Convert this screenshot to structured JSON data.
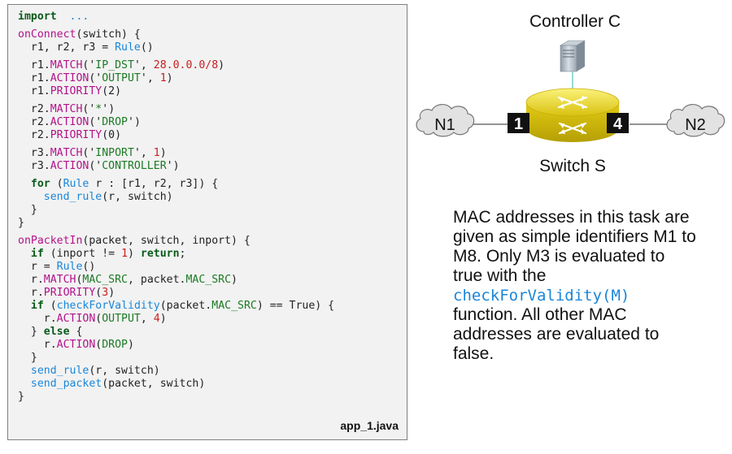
{
  "code": {
    "filename": "app_1.java",
    "lines": [
      [
        [
          "kw",
          "import"
        ],
        [
          "",
          "  "
        ],
        [
          "cm",
          "..."
        ]
      ],
      "gap",
      [
        [
          "fn",
          "onConnect"
        ],
        [
          "",
          "(switch) {"
        ]
      ],
      [
        [
          "",
          "  r1, r2, r3 = "
        ],
        [
          "ty",
          "Rule"
        ],
        [
          "",
          "()"
        ]
      ],
      "gap",
      [
        [
          "",
          "  r1."
        ],
        [
          "fn",
          "MATCH"
        ],
        [
          "",
          "('"
        ],
        [
          "st",
          "IP_DST"
        ],
        [
          "",
          "', "
        ],
        [
          "nu",
          "28.0.0.0/8"
        ],
        [
          "",
          ")"
        ]
      ],
      [
        [
          "",
          "  r1."
        ],
        [
          "fn",
          "ACTION"
        ],
        [
          "",
          "('"
        ],
        [
          "st",
          "OUTPUT"
        ],
        [
          "",
          "', "
        ],
        [
          "nu",
          "1"
        ],
        [
          "",
          ")"
        ]
      ],
      [
        [
          "",
          "  r1."
        ],
        [
          "fn",
          "PRIORITY"
        ],
        [
          "",
          "(2)"
        ]
      ],
      "gap",
      [
        [
          "",
          "  r2."
        ],
        [
          "fn",
          "MATCH"
        ],
        [
          "",
          "('"
        ],
        [
          "st",
          "*"
        ],
        [
          "",
          "')"
        ]
      ],
      [
        [
          "",
          "  r2."
        ],
        [
          "fn",
          "ACTION"
        ],
        [
          "",
          "('"
        ],
        [
          "st",
          "DROP"
        ],
        [
          "",
          "')"
        ]
      ],
      [
        [
          "",
          "  r2."
        ],
        [
          "fn",
          "PRIORITY"
        ],
        [
          "",
          "(0)"
        ]
      ],
      "gap",
      [
        [
          "",
          "  r3."
        ],
        [
          "fn",
          "MATCH"
        ],
        [
          "",
          "('"
        ],
        [
          "st",
          "INPORT"
        ],
        [
          "",
          "', "
        ],
        [
          "nu",
          "1"
        ],
        [
          "",
          ")"
        ]
      ],
      [
        [
          "",
          "  r3."
        ],
        [
          "fn",
          "ACTION"
        ],
        [
          "",
          "('"
        ],
        [
          "st",
          "CONTROLLER"
        ],
        [
          "",
          "')"
        ]
      ],
      "gap",
      [
        [
          "",
          "  "
        ],
        [
          "kw",
          "for"
        ],
        [
          "",
          " ("
        ],
        [
          "ty",
          "Rule"
        ],
        [
          "",
          " r : [r1, r2, r3]) {"
        ]
      ],
      [
        [
          "",
          "    "
        ],
        [
          "ty",
          "send_rule"
        ],
        [
          "",
          "(r, switch)"
        ]
      ],
      [
        [
          "",
          "  }"
        ]
      ],
      [
        [
          "",
          "}"
        ]
      ],
      "gap",
      [
        [
          "fn",
          "onPacketIn"
        ],
        [
          "",
          "(packet, switch, inport) {"
        ]
      ],
      [
        [
          "",
          "  "
        ],
        [
          "kw",
          "if"
        ],
        [
          "",
          " (inport != "
        ],
        [
          "nu",
          "1"
        ],
        [
          "",
          ") "
        ],
        [
          "kw",
          "return"
        ],
        [
          "",
          ";"
        ]
      ],
      [
        [
          "",
          "  r = "
        ],
        [
          "ty",
          "Rule"
        ],
        [
          "",
          "()"
        ]
      ],
      [
        [
          "",
          "  r."
        ],
        [
          "fn",
          "MATCH"
        ],
        [
          "",
          "("
        ],
        [
          "st",
          "MAC_SRC"
        ],
        [
          "",
          ", packet."
        ],
        [
          "st",
          "MAC_SRC"
        ],
        [
          "",
          ")"
        ]
      ],
      [
        [
          "",
          "  r."
        ],
        [
          "fn",
          "PRIORITY"
        ],
        [
          "",
          "("
        ],
        [
          "nu",
          "3"
        ],
        [
          "",
          ")"
        ]
      ],
      [
        [
          "",
          "  "
        ],
        [
          "kw",
          "if"
        ],
        [
          "",
          " ("
        ],
        [
          "ty",
          "checkForValidity"
        ],
        [
          "",
          "(packet."
        ],
        [
          "st",
          "MAC_SRC"
        ],
        [
          "",
          ") == True) {"
        ]
      ],
      [
        [
          "",
          "    r."
        ],
        [
          "fn",
          "ACTION"
        ],
        [
          "",
          "("
        ],
        [
          "st",
          "OUTPUT"
        ],
        [
          "",
          ", "
        ],
        [
          "nu",
          "4"
        ],
        [
          "",
          ")"
        ]
      ],
      [
        [
          "",
          "  } "
        ],
        [
          "kw",
          "else"
        ],
        [
          "",
          " {"
        ]
      ],
      [
        [
          "",
          "    r."
        ],
        [
          "fn",
          "ACTION"
        ],
        [
          "",
          "("
        ],
        [
          "st",
          "DROP"
        ],
        [
          "",
          ")"
        ]
      ],
      [
        [
          "",
          "  }"
        ]
      ],
      [
        [
          "",
          "  "
        ],
        [
          "ty",
          "send_rule"
        ],
        [
          "",
          "(r, switch)"
        ]
      ],
      [
        [
          "",
          "  "
        ],
        [
          "ty",
          "send_packet"
        ],
        [
          "",
          "(packet, switch)"
        ]
      ],
      [
        [
          "",
          "}"
        ]
      ]
    ]
  },
  "topology": {
    "controller_label": "Controller C",
    "switch_label": "Switch S",
    "port_left": "1",
    "port_right": "4",
    "network_left": "N1",
    "network_right": "N2"
  },
  "note": {
    "before": "MAC addresses in this task are given as simple identifiers M1 to M8. Only M3 is evaluated to true with the ",
    "function_name": "checkForValidity(M)",
    "after": " function. All other MAC addresses are evaluated to false."
  },
  "colors": {
    "keyword": "#0a5a1a",
    "function": "#b3128a",
    "type": "#1a86d9",
    "string": "#1c7a24",
    "number": "#c81e1e",
    "switch_yellow": "#e6d21a"
  }
}
